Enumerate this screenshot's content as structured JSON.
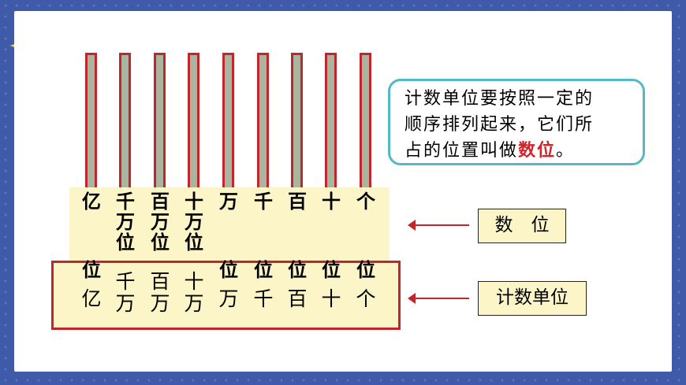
{
  "note": {
    "lines": [
      "计数单位要按照一定的",
      "顺序排列起来，它们所"
    ],
    "line3_before": "占的位置叫做",
    "line3_highlight": "数位",
    "line3_after": "。"
  },
  "position_columns": [
    {
      "name": "yi",
      "chars": [
        "亿"
      ]
    },
    {
      "name": "qianwan",
      "chars": [
        "千",
        "万",
        "位"
      ]
    },
    {
      "name": "baiwan",
      "chars": [
        "百",
        "万",
        "位"
      ]
    },
    {
      "name": "shiwan",
      "chars": [
        "十",
        "万",
        "位"
      ]
    },
    {
      "name": "wan",
      "chars": [
        "万"
      ]
    },
    {
      "name": "qian",
      "chars": [
        "千"
      ]
    },
    {
      "name": "bai",
      "chars": [
        "百"
      ]
    },
    {
      "name": "shi",
      "chars": [
        "十"
      ]
    },
    {
      "name": "ge",
      "chars": [
        "个"
      ]
    }
  ],
  "wei_char": "位",
  "unit_columns": [
    {
      "name": "yi",
      "chars": [
        "亿"
      ]
    },
    {
      "name": "qianwan",
      "chars": [
        "千",
        "万"
      ]
    },
    {
      "name": "baiwan",
      "chars": [
        "百",
        "万"
      ]
    },
    {
      "name": "shiwan",
      "chars": [
        "十",
        "万"
      ]
    },
    {
      "name": "wan",
      "chars": [
        "万"
      ]
    },
    {
      "name": "qian",
      "chars": [
        "千"
      ]
    },
    {
      "name": "bai",
      "chars": [
        "百"
      ]
    },
    {
      "name": "shi",
      "chars": [
        "十"
      ]
    },
    {
      "name": "ge",
      "chars": [
        "个"
      ]
    }
  ],
  "labels": {
    "position": "数　位",
    "unit": "计数单位"
  },
  "colors": {
    "frame": "#3f5aa8",
    "rod_border": "#c0262b",
    "rod_fill": "#a9b59f",
    "band": "#fbf5c8",
    "note_border": "#54b8c9",
    "highlight": "#d2232a",
    "star": "#f7e24a"
  }
}
